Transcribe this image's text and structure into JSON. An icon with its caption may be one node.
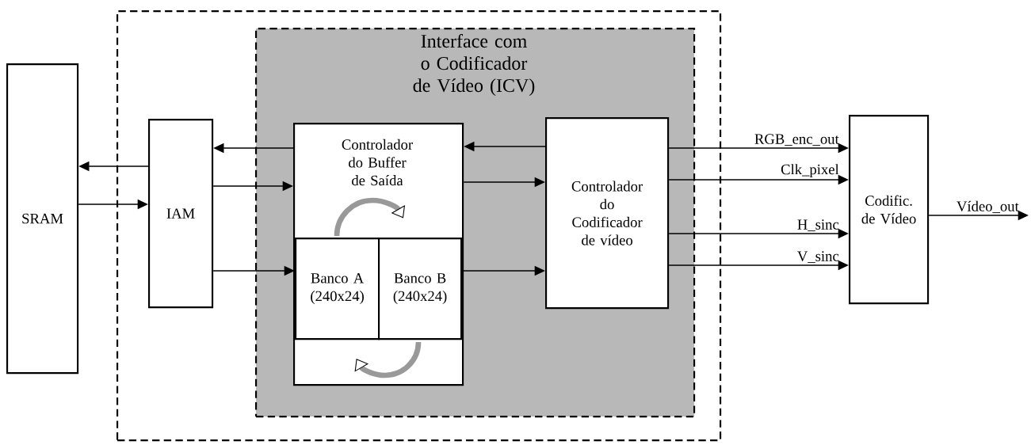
{
  "diagram": {
    "nodes": [
      {
        "text": [],
        "shape": "box"
      },
      {
        "text": [
          "Interface com o Codificador de Vídeo (ICV)"
        ],
        "in": 0
      },
      {
        "text": [
          "SRAM"
        ]
      },
      {
        "text": [
          "IAM"
        ],
        "in": 0
      },
      {
        "text": [
          "Controlador do Buffer de Saída"
        ],
        "in": 1
      },
      {
        "text": [
          "Banco A (240x24)"
        ],
        "in": 4
      },
      {
        "text": [
          "Banco B (240x24)"
        ],
        "in": 4
      },
      {
        "text": [
          "Controlador do Codificador de vídeo"
        ],
        "in": 1
      },
      {
        "text": [
          "Codific. de Vídeo"
        ]
      }
    ],
    "edges": [
      {
        "from": 3,
        "to": 2,
        "arrow": "to"
      },
      {
        "from": 2,
        "to": 3,
        "arrow": "to"
      },
      {
        "from": 4,
        "to": 3,
        "arrow": "to"
      },
      {
        "from": 3,
        "to": 4,
        "arrow": "to"
      },
      {
        "from": 3,
        "to": 5,
        "arrow": "to"
      },
      {
        "from": 7,
        "to": 4,
        "arrow": "to"
      },
      {
        "from": 4,
        "to": 7,
        "arrow": "to"
      },
      {
        "from": 6,
        "to": 7,
        "arrow": "to"
      },
      {
        "from": 7,
        "to": 8,
        "arrow": "to",
        "label": "RGB_enc_out"
      },
      {
        "from": 7,
        "to": 8,
        "arrow": "to",
        "label": "Clk_pixel"
      },
      {
        "from": 7,
        "to": 8,
        "arrow": "to",
        "label": "H_sinc"
      },
      {
        "from": 7,
        "to": 8,
        "arrow": "to",
        "label": "V_sinc"
      },
      {
        "from": 8,
        "to": null,
        "arrow": "to",
        "label": "Vídeo_out"
      }
    ]
  }
}
